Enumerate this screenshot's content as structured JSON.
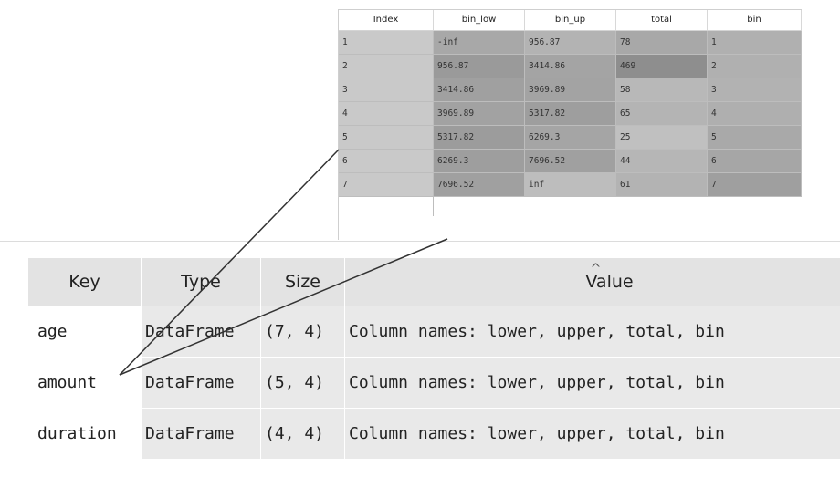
{
  "dataframe": {
    "columns": [
      "Index",
      "bin_low",
      "bin_up",
      "total",
      "bin"
    ],
    "rows": [
      {
        "index": "1",
        "bin_low": "-inf",
        "bin_up": "956.87",
        "total": "78",
        "bin": "1",
        "colors": [
          "#a8a8a8",
          "#b3b3b3",
          "#a8a8a8",
          "#b0b0b0"
        ]
      },
      {
        "index": "2",
        "bin_low": "956.87",
        "bin_up": "3414.86",
        "total": "469",
        "bin": "2",
        "colors": [
          "#9a9a9a",
          "#a4a4a4",
          "#8e8e8e",
          "#b0b0b0"
        ]
      },
      {
        "index": "3",
        "bin_low": "3414.86",
        "bin_up": "3969.89",
        "total": "58",
        "bin": "3",
        "colors": [
          "#a0a0a0",
          "#a3a3a3",
          "#b8b8b8",
          "#b2b2b2"
        ]
      },
      {
        "index": "4",
        "bin_low": "3969.89",
        "bin_up": "5317.82",
        "total": "65",
        "bin": "4",
        "colors": [
          "#a2a2a2",
          "#9e9e9e",
          "#b4b4b4",
          "#afafaf"
        ]
      },
      {
        "index": "5",
        "bin_low": "5317.82",
        "bin_up": "6269.3",
        "total": "25",
        "bin": "5",
        "colors": [
          "#9c9c9c",
          "#a5a5a5",
          "#c0c0c0",
          "#a9a9a9"
        ]
      },
      {
        "index": "6",
        "bin_low": "6269.3",
        "bin_up": "7696.52",
        "total": "44",
        "bin": "6",
        "colors": [
          "#9e9e9e",
          "#a0a0a0",
          "#b6b6b6",
          "#a6a6a6"
        ]
      },
      {
        "index": "7",
        "bin_low": "7696.52",
        "bin_up": "inf",
        "total": "61",
        "bin": "7",
        "colors": [
          "#a0a0a0",
          "#bdbdbd",
          "#b3b3b3",
          "#9f9f9f"
        ]
      }
    ]
  },
  "variables": {
    "headers": {
      "key": "Key",
      "type": "Type",
      "size": "Size",
      "value": "Value"
    },
    "sort_icon": "chevron-up-icon",
    "rows": [
      {
        "key": "age",
        "type": "DataFrame",
        "size": "(7, 4)",
        "value": "Column names: lower, upper, total, bin"
      },
      {
        "key": "amount",
        "type": "DataFrame",
        "size": "(5, 4)",
        "value": "Column names: lower, upper, total, bin"
      },
      {
        "key": "duration",
        "type": "DataFrame",
        "size": "(4, 4)",
        "value": "Column names: lower, upper, total, bin"
      }
    ]
  }
}
